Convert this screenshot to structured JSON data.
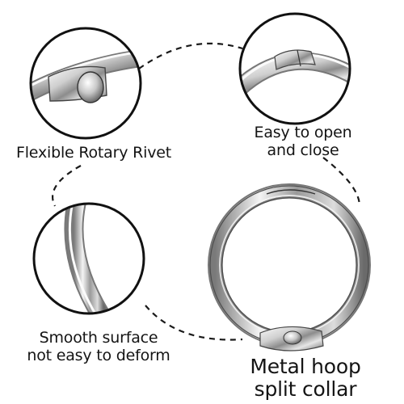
{
  "callouts": {
    "rivet": "Flexible Rotary Rivet",
    "open_line1": "Easy to open",
    "open_line2": "and close",
    "smooth_line1": "Smooth surface",
    "smooth_line2": "not easy to deform",
    "hoop_line1": "Metal hoop",
    "hoop_line2": "split collar"
  },
  "colors": {
    "background": "#ffffff",
    "circle_outline": "#111111",
    "dashed_path": "#1a1a1a",
    "metal_light": "#f2f2f2",
    "metal_mid": "#b8b8b8",
    "metal_dark": "#5a5a5a",
    "text": "#141414"
  }
}
